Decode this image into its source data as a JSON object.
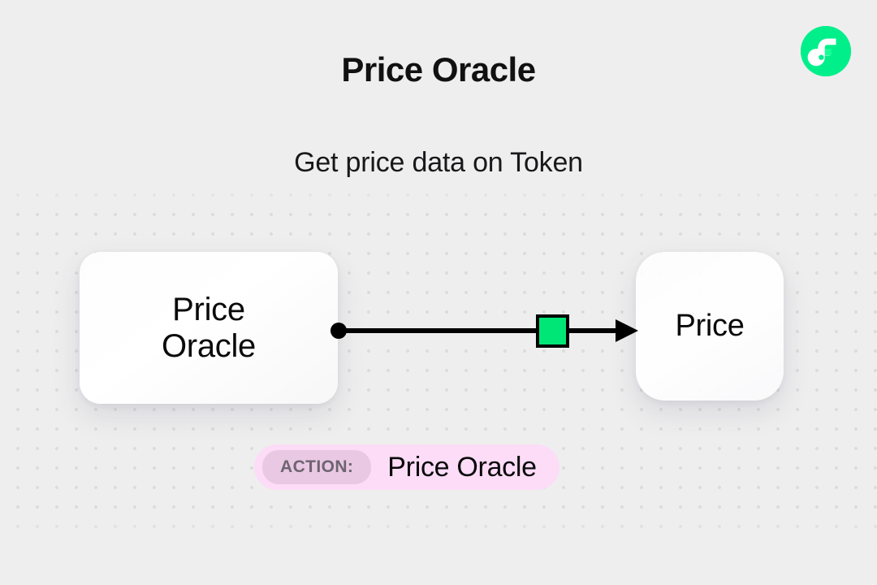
{
  "header": {
    "title": "Price Oracle",
    "subtitle": "Get price data on Token",
    "logo_icon": "flow-logo-icon",
    "logo_color": "#00ef8b"
  },
  "diagram": {
    "source_node": {
      "label_line1": "Price",
      "label_line2": "Oracle"
    },
    "target_node": {
      "label": "Price"
    },
    "edge": {
      "start_handle_icon": "circle-handle-icon",
      "midpoint_icon": "square-node-icon",
      "end_icon": "arrowhead-icon",
      "stroke_color": "#000000",
      "midpoint_color": "#00e676"
    }
  },
  "action": {
    "badge_label": "ACTION:",
    "value": "Price Oracle",
    "pill_color": "#fcdcf7",
    "badge_color": "#e9c8e4"
  }
}
